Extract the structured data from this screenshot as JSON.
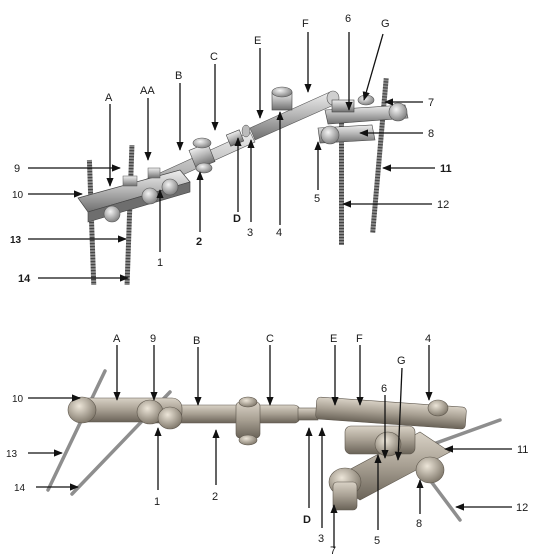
{
  "top_view": {
    "labels": [
      {
        "key": "A",
        "text": "A"
      },
      {
        "key": "AA",
        "text": "AA"
      },
      {
        "key": "B",
        "text": "B"
      },
      {
        "key": "C",
        "text": "C"
      },
      {
        "key": "E",
        "text": "E"
      },
      {
        "key": "F",
        "text": "F"
      },
      {
        "key": "6",
        "text": "6"
      },
      {
        "key": "G",
        "text": "G"
      },
      {
        "key": "7",
        "text": "7"
      },
      {
        "key": "8",
        "text": "8"
      },
      {
        "key": "9",
        "text": "9"
      },
      {
        "key": "10",
        "text": "10"
      },
      {
        "key": "11",
        "text": "11"
      },
      {
        "key": "12",
        "text": "12"
      },
      {
        "key": "13",
        "text": "13"
      },
      {
        "key": "14",
        "text": "14"
      },
      {
        "key": "1",
        "text": "1"
      },
      {
        "key": "2",
        "text": "2"
      },
      {
        "key": "D",
        "text": "D"
      },
      {
        "key": "3",
        "text": "3"
      },
      {
        "key": "4",
        "text": "4"
      },
      {
        "key": "5",
        "text": "5"
      }
    ]
  },
  "bottom_view": {
    "labels": [
      {
        "key": "A",
        "text": "A"
      },
      {
        "key": "9",
        "text": "9"
      },
      {
        "key": "B",
        "text": "B"
      },
      {
        "key": "C",
        "text": "C"
      },
      {
        "key": "E",
        "text": "E"
      },
      {
        "key": "F",
        "text": "F"
      },
      {
        "key": "4",
        "text": "4"
      },
      {
        "key": "6",
        "text": "6"
      },
      {
        "key": "G",
        "text": "G"
      },
      {
        "key": "10",
        "text": "10"
      },
      {
        "key": "11",
        "text": "11"
      },
      {
        "key": "13",
        "text": "13"
      },
      {
        "key": "14",
        "text": "14"
      },
      {
        "key": "1",
        "text": "1"
      },
      {
        "key": "2",
        "text": "2"
      },
      {
        "key": "12",
        "text": "12"
      },
      {
        "key": "D",
        "text": "D"
      },
      {
        "key": "3",
        "text": "3"
      },
      {
        "key": "5",
        "text": "5"
      },
      {
        "key": "8",
        "text": "8"
      },
      {
        "key": "7",
        "text": "7"
      }
    ]
  }
}
